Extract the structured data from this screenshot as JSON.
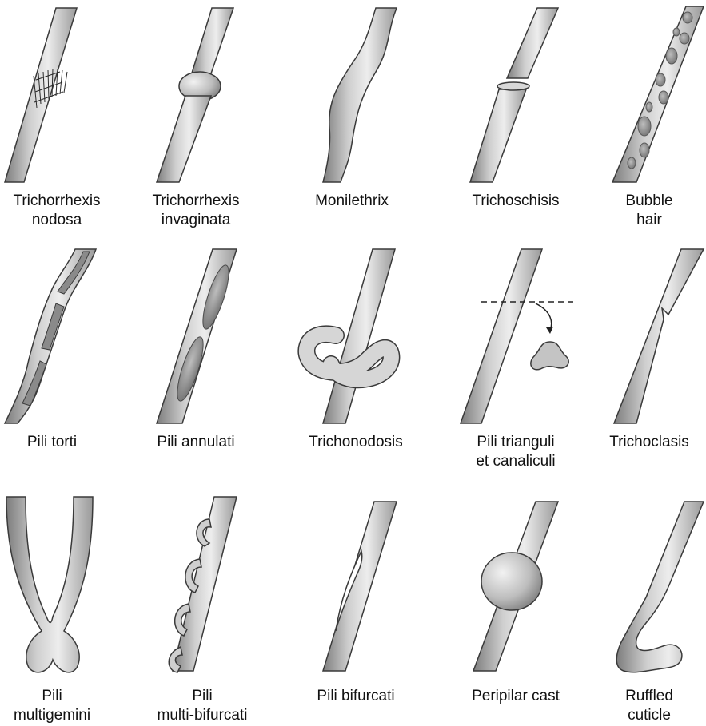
{
  "figure": {
    "panels": [
      {
        "id": "trichorrhexis-nodosa",
        "label": [
          "Trichorrhexis",
          "nodosa"
        ]
      },
      {
        "id": "trichorrhexis-invaginata",
        "label": [
          "Trichorrhexis",
          "invaginata"
        ]
      },
      {
        "id": "monilethrix",
        "label": [
          "Monilethrix"
        ]
      },
      {
        "id": "trichoschisis",
        "label": [
          "Trichoschisis"
        ]
      },
      {
        "id": "bubble-hair",
        "label": [
          "Bubble",
          "hair"
        ]
      },
      {
        "id": "pili-torti",
        "label": [
          "Pili torti"
        ]
      },
      {
        "id": "pili-annulati",
        "label": [
          "Pili annulati"
        ]
      },
      {
        "id": "trichonodosis",
        "label": [
          "Trichonodosis"
        ]
      },
      {
        "id": "pili-trianguli",
        "label": [
          "Pili trianguli",
          "et canaliculi"
        ]
      },
      {
        "id": "trichoclasis",
        "label": [
          "Trichoclasis"
        ]
      },
      {
        "id": "pili-multigemini",
        "label": [
          "Pili",
          "multigemini"
        ]
      },
      {
        "id": "pili-multi-bifurcati",
        "label": [
          "Pili",
          "multi-bifurcati"
        ]
      },
      {
        "id": "pili-bifurcati",
        "label": [
          "Pili bifurcati"
        ]
      },
      {
        "id": "peripilar-cast",
        "label": [
          "Peripilar cast"
        ]
      },
      {
        "id": "ruffled-cuticle",
        "label": [
          "Ruffled",
          "cuticle"
        ]
      }
    ],
    "colors": {
      "hair_light": "#e4e4e4",
      "hair_mid": "#b8b8b8",
      "hair_dark": "#8a8a8a",
      "outline": "#3a3a3a",
      "spot": "#8f8f8f"
    }
  }
}
